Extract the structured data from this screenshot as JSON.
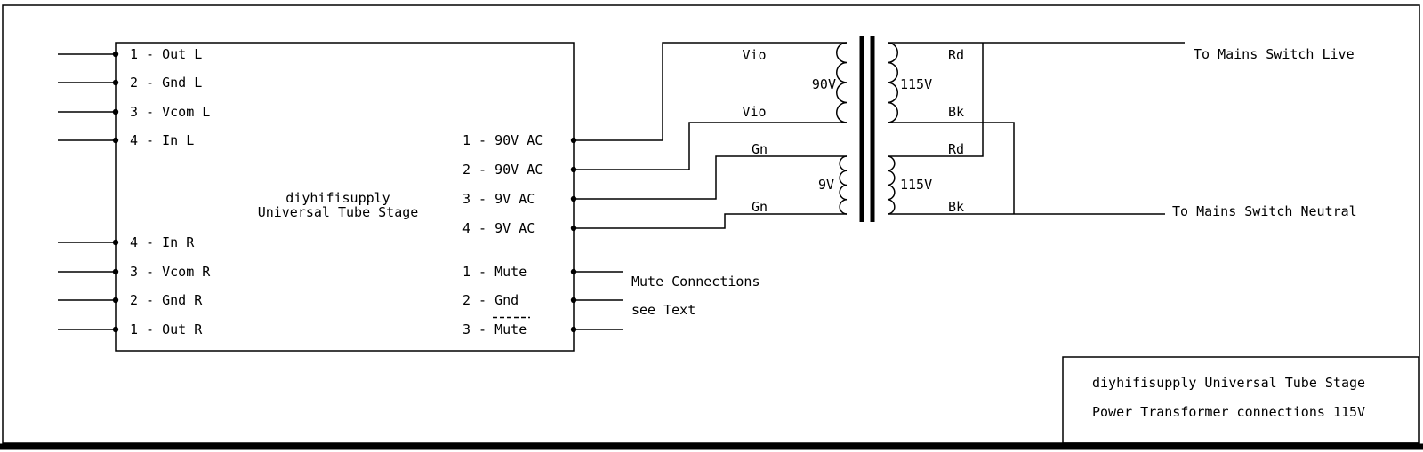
{
  "page": {
    "background": "#ffffff",
    "line_color": "#000000"
  },
  "main_box": {
    "label_line1": "diyhifisupply",
    "label_line2": "Universal Tube Stage",
    "left_pins": [
      "1 - Out L",
      "2 - Gnd L",
      "3 - Vcom L",
      "4 - In L",
      "4 - In R",
      "3 - Vcom R",
      "2 - Gnd R",
      "1 - Out R"
    ],
    "right_pins": [
      "1 - 90V AC",
      "2 - 90V AC",
      "3 - 9V AC",
      "4 - 9V AC"
    ],
    "mute_pins": [
      "1 - Mute",
      "2 - Gnd",
      "3 - Mute"
    ]
  },
  "mute_note": {
    "line1": "Mute Connections",
    "line2": "see Text"
  },
  "transformer": {
    "left_wires": [
      "Vio",
      "Vio",
      "Gn",
      "Gn"
    ],
    "left_windings": [
      "90V",
      "9V"
    ],
    "right_wires": [
      "Rd",
      "Bk",
      "Rd",
      "Bk"
    ],
    "right_windings": [
      "115V",
      "115V"
    ]
  },
  "mains": {
    "live": "To Mains Switch Live",
    "neutral": "To Mains Switch Neutral"
  },
  "title_block": {
    "line1": "diyhifisupply Universal Tube Stage",
    "line2": "Power Transformer connections 115V"
  }
}
